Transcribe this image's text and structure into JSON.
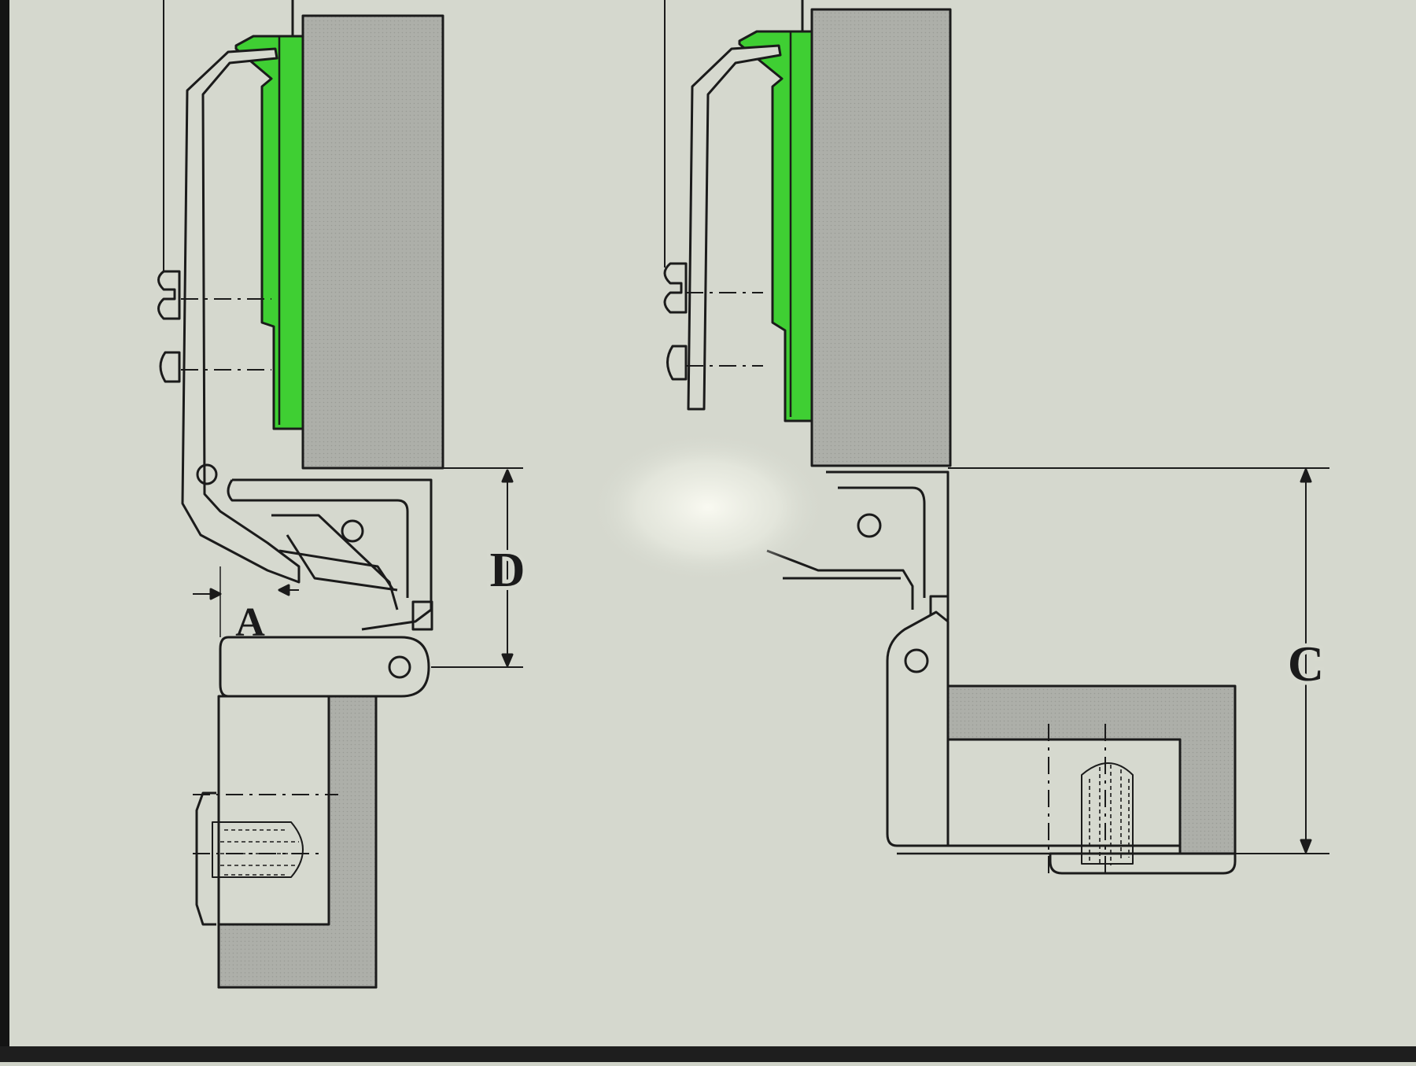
{
  "diagram": {
    "labels": {
      "a": "A",
      "d": "D",
      "c": "C"
    },
    "colors": {
      "paper": "#d6d9cf",
      "ink": "#1b1b1b",
      "hinge_green": "#3fcf33",
      "wood_gray": "#aeb0aa",
      "border_dark": "#141414"
    }
  }
}
